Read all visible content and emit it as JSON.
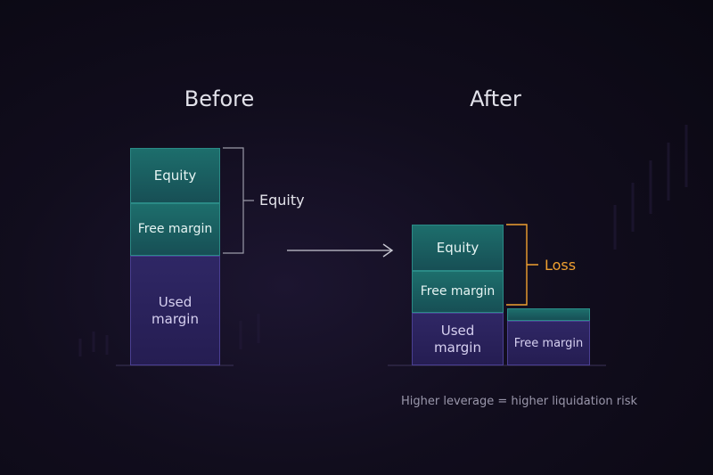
{
  "before": {
    "heading": "Before",
    "equity": "Equity",
    "free_margin": "Free margin",
    "used_margin": "Used\nmargin",
    "bracket_label": "Equity"
  },
  "after": {
    "heading": "After",
    "equity": "Equity",
    "free_margin": "Free margin",
    "used_margin": "Used\nmargin",
    "bracket_label": "Loss",
    "side_free_margin": "Free margin"
  },
  "note": "Higher leverage = higher liquidation risk",
  "colors": {
    "teal_block": "#1d6e6c",
    "purple_block": "#2f2765",
    "loss_label": "#f0a030"
  }
}
